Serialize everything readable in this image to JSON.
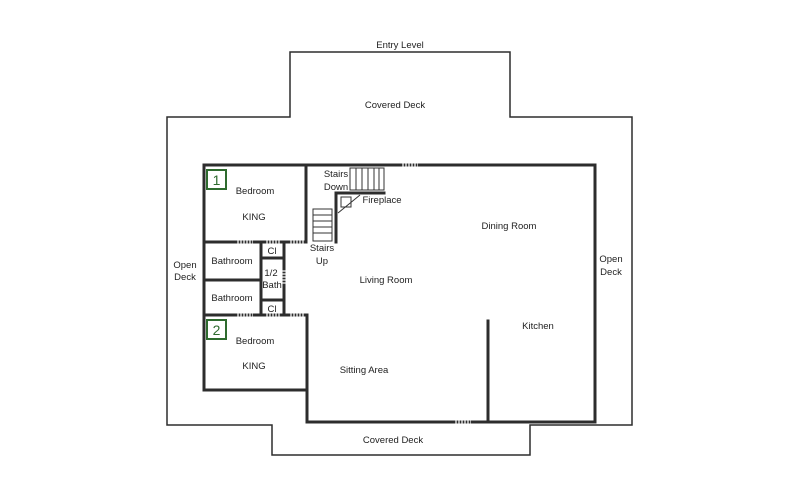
{
  "title": "Entry Level",
  "rooms": {
    "covered_deck_top": "Covered Deck",
    "covered_deck_bottom": "Covered Deck",
    "open_deck_left": [
      "Open",
      "Deck"
    ],
    "open_deck_right": [
      "Open",
      "Deck"
    ],
    "bedroom1": {
      "badge": "1",
      "name": "Bedroom",
      "bed": "KING"
    },
    "bedroom2": {
      "badge": "2",
      "name": "Bedroom",
      "bed": "KING"
    },
    "bathroom_a": "Bathroom",
    "bathroom_b": "Bathroom",
    "closet_a": "Cl",
    "closet_b": "Cl",
    "half_bath": [
      "1/2",
      "Bath"
    ],
    "stairs_down": [
      "Stairs",
      "Down"
    ],
    "stairs_up": [
      "Stairs",
      "Up"
    ],
    "fireplace": "Fireplace",
    "living_room": "Living Room",
    "dining_room": "Dining Room",
    "kitchen": "Kitchen",
    "sitting_area": "Sitting Area"
  },
  "colors": {
    "badge": "#2e6b2e",
    "wall": "#2d2d2d"
  }
}
